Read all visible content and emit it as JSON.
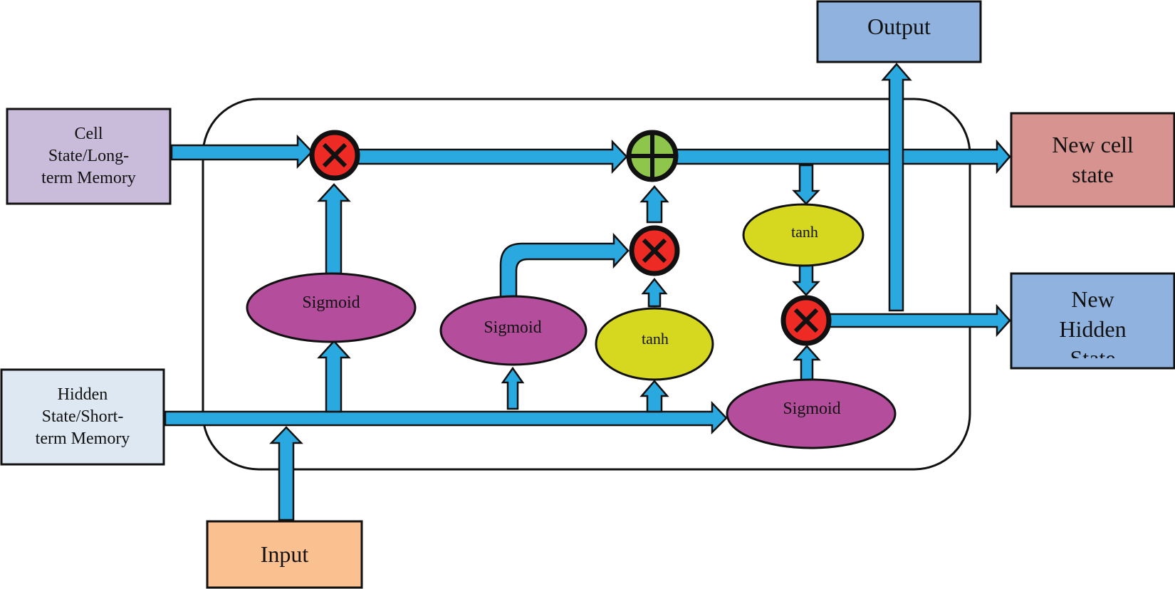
{
  "colors": {
    "arrow": "#2aa9e0",
    "outline": "#111111",
    "cell_state_box": "#c8bcda",
    "hidden_state_box": "#dde8f2",
    "input_box": "#fbc08f",
    "output_box": "#8fb3de",
    "new_cell_state_box": "#d69390",
    "new_hidden_box": "#8fb3de",
    "sigmoid": "#b44d9c",
    "tanh": "#d5d81e",
    "multiply_op": "#ee2a24",
    "add_op": "#8ec54b"
  },
  "boxes": {
    "cell_state": "Cell\nState/Long-\nterm Memory",
    "hidden_state": "Hidden\nState/Short-\nterm Memory",
    "input": "Input",
    "output": "Output",
    "new_cell_state": "New cell\nstate",
    "new_hidden": "New\nHidden\nState"
  },
  "gates": {
    "forget_sigmoid": "Sigmoid",
    "input_sigmoid": "Sigmoid",
    "candidate_tanh": "tanh",
    "output_sigmoid": "Sigmoid",
    "cell_tanh": "tanh"
  },
  "operators": {
    "multiply_icon": "circle-x-icon",
    "add_icon": "circle-plus-icon"
  }
}
